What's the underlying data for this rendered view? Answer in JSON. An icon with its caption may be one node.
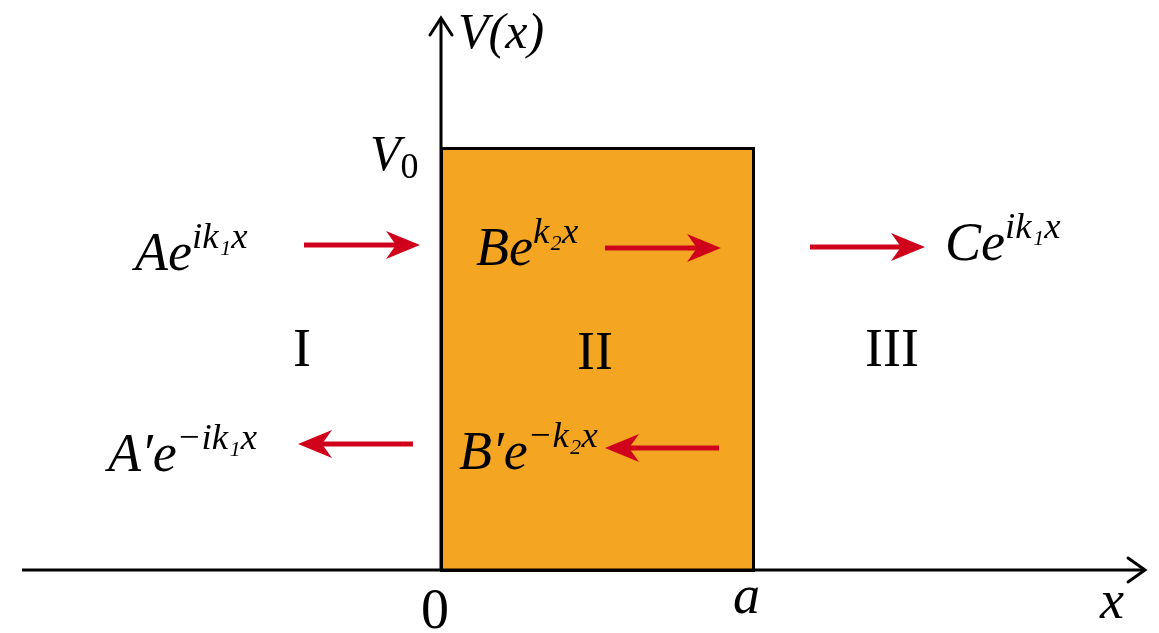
{
  "diagram": {
    "nodes": [
      {
        "text": [
          "Be$^{k₂x}$",
          "II",
          "B′e$^{−k₂x}$"
        ]
      }
    ],
    "labels": [
      "V(x)",
      "V$_{0}$",
      "Ae$^{ik₁x}$",
      "Ce$^{ik₁x}$",
      "I",
      "III",
      "A′e$^{−ik₁x}$",
      "0",
      "a",
      "x"
    ]
  }
}
